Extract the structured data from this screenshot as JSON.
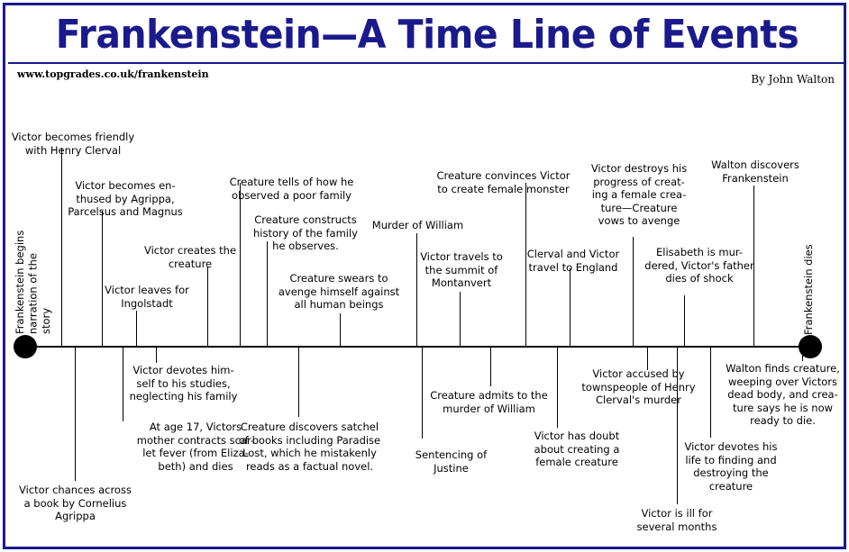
{
  "header": {
    "title": "Frankenstein—A Time Line of Events",
    "url": "www.topgrades.co.uk/frankenstein",
    "author": "By John Walton"
  },
  "colors": {
    "frame": "#1a1a8c",
    "title": "#1a1a8c",
    "timeline": "#000000",
    "background": "#ffffff"
  },
  "timeline": {
    "start_label": "Frankenstein begins\nnarration of the story",
    "end_label": "Frankenstein dies",
    "events_above": [
      {
        "id": "e1",
        "text": "Victor becomes friendly\nwith Henry Clerval"
      },
      {
        "id": "e2",
        "text": "Victor becomes en-\nthused by Agrippa,\nParcelsus and  Magnus"
      },
      {
        "id": "e3",
        "text": "Victor creates the\ncreature"
      },
      {
        "id": "e4",
        "text": "Victor leaves for\nIngolstadt"
      },
      {
        "id": "e5",
        "text": "Creature tells of how he\nobserved a poor family"
      },
      {
        "id": "e6",
        "text": "Creature constructs\nhistory of the family\nhe observes."
      },
      {
        "id": "e7",
        "text": "Creature swears  to\navenge himself against\nall human beings"
      },
      {
        "id": "e8",
        "text": "Murder of William"
      },
      {
        "id": "e9",
        "text": "Victor travels to\nthe summit of\nMontanvert"
      },
      {
        "id": "e10",
        "text": "Creature convinces Victor\nto create female monster"
      },
      {
        "id": "e11",
        "text": "Clerval and Victor\ntravel to England"
      },
      {
        "id": "e12",
        "text": "Victor destroys his\nprogress of creat-\ning a female crea-\nture—Creature\nvows to avenge"
      },
      {
        "id": "e13",
        "text": "Elisabeth is mur-\ndered, Victor's father\ndies of shock"
      },
      {
        "id": "e14",
        "text": "Walton discovers\nFrankenstein"
      }
    ],
    "events_below": [
      {
        "id": "b1",
        "text": "Victor chances across\na book by Cornelius\nAgrippa"
      },
      {
        "id": "b2",
        "text": "At age 17, Victors\nmother contracts scar-\nlet fever (from Eliza-\nbeth) and dies"
      },
      {
        "id": "b3",
        "text": "Victor devotes him-\nself to his studies,\nneglecting his family"
      },
      {
        "id": "b4",
        "text": "Creature discovers satchel\nof books including Paradise\nLost, which he mistakenly\nreads as a factual novel."
      },
      {
        "id": "b5",
        "text": "Sentencing of\nJustine"
      },
      {
        "id": "b6",
        "text": "Creature admits to the\nmurder of William"
      },
      {
        "id": "b7",
        "text": "Victor has doubt\nabout creating a\nfemale creature"
      },
      {
        "id": "b8",
        "text": "Victor accused by\ntownspeople of Henry\nClerval's murder"
      },
      {
        "id": "b9",
        "text": "Victor is ill for\nseveral months"
      },
      {
        "id": "b10",
        "text": "Victor devotes his\nlife to finding and\ndestroying the\ncreature"
      },
      {
        "id": "b11",
        "text": "Walton finds creature,\nweeping over Victors\ndead body, and crea-\nture says he is now\nready to die."
      }
    ]
  }
}
